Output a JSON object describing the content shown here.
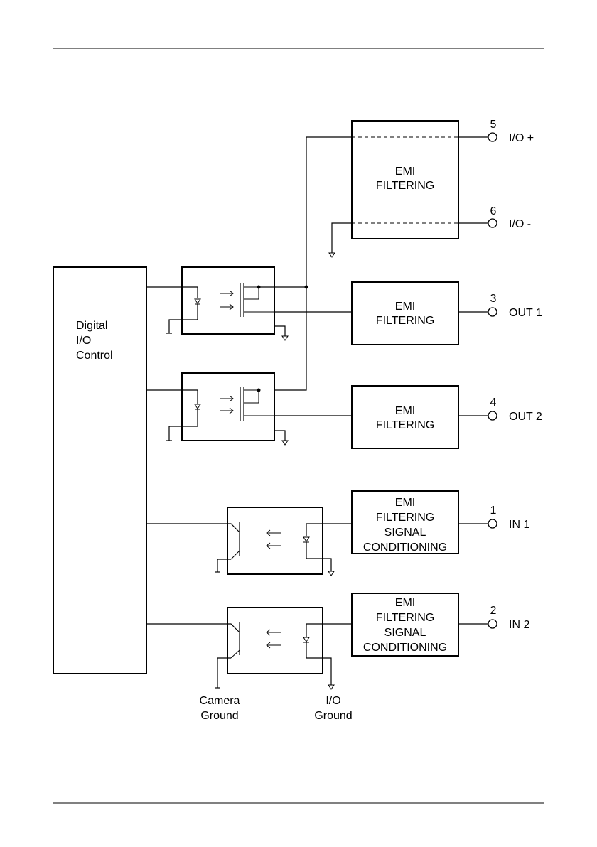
{
  "diagram": {
    "control_block": {
      "lines": [
        "Digital",
        "I/O",
        "Control"
      ]
    },
    "emi_blocks": [
      {
        "id": "emi-io-power",
        "lines": [
          "EMI",
          "FILTERING"
        ]
      },
      {
        "id": "emi-out1",
        "lines": [
          "EMI",
          "FILTERING"
        ]
      },
      {
        "id": "emi-out2",
        "lines": [
          "EMI",
          "FILTERING"
        ]
      },
      {
        "id": "emi-in1",
        "lines": [
          "EMI",
          "FILTERING",
          "SIGNAL",
          "CONDITIONING"
        ]
      },
      {
        "id": "emi-in2",
        "lines": [
          "EMI",
          "FILTERING",
          "SIGNAL",
          "CONDITIONING"
        ]
      }
    ],
    "terminals": [
      {
        "pin": "5",
        "label": "I/O +"
      },
      {
        "pin": "6",
        "label": "I/O -"
      },
      {
        "pin": "3",
        "label": "OUT 1"
      },
      {
        "pin": "4",
        "label": "OUT 2"
      },
      {
        "pin": "1",
        "label": "IN 1"
      },
      {
        "pin": "2",
        "label": "IN 2"
      }
    ],
    "ground_labels": {
      "camera": [
        "Camera",
        "Ground"
      ],
      "io": [
        "I/O",
        "Ground"
      ]
    }
  }
}
